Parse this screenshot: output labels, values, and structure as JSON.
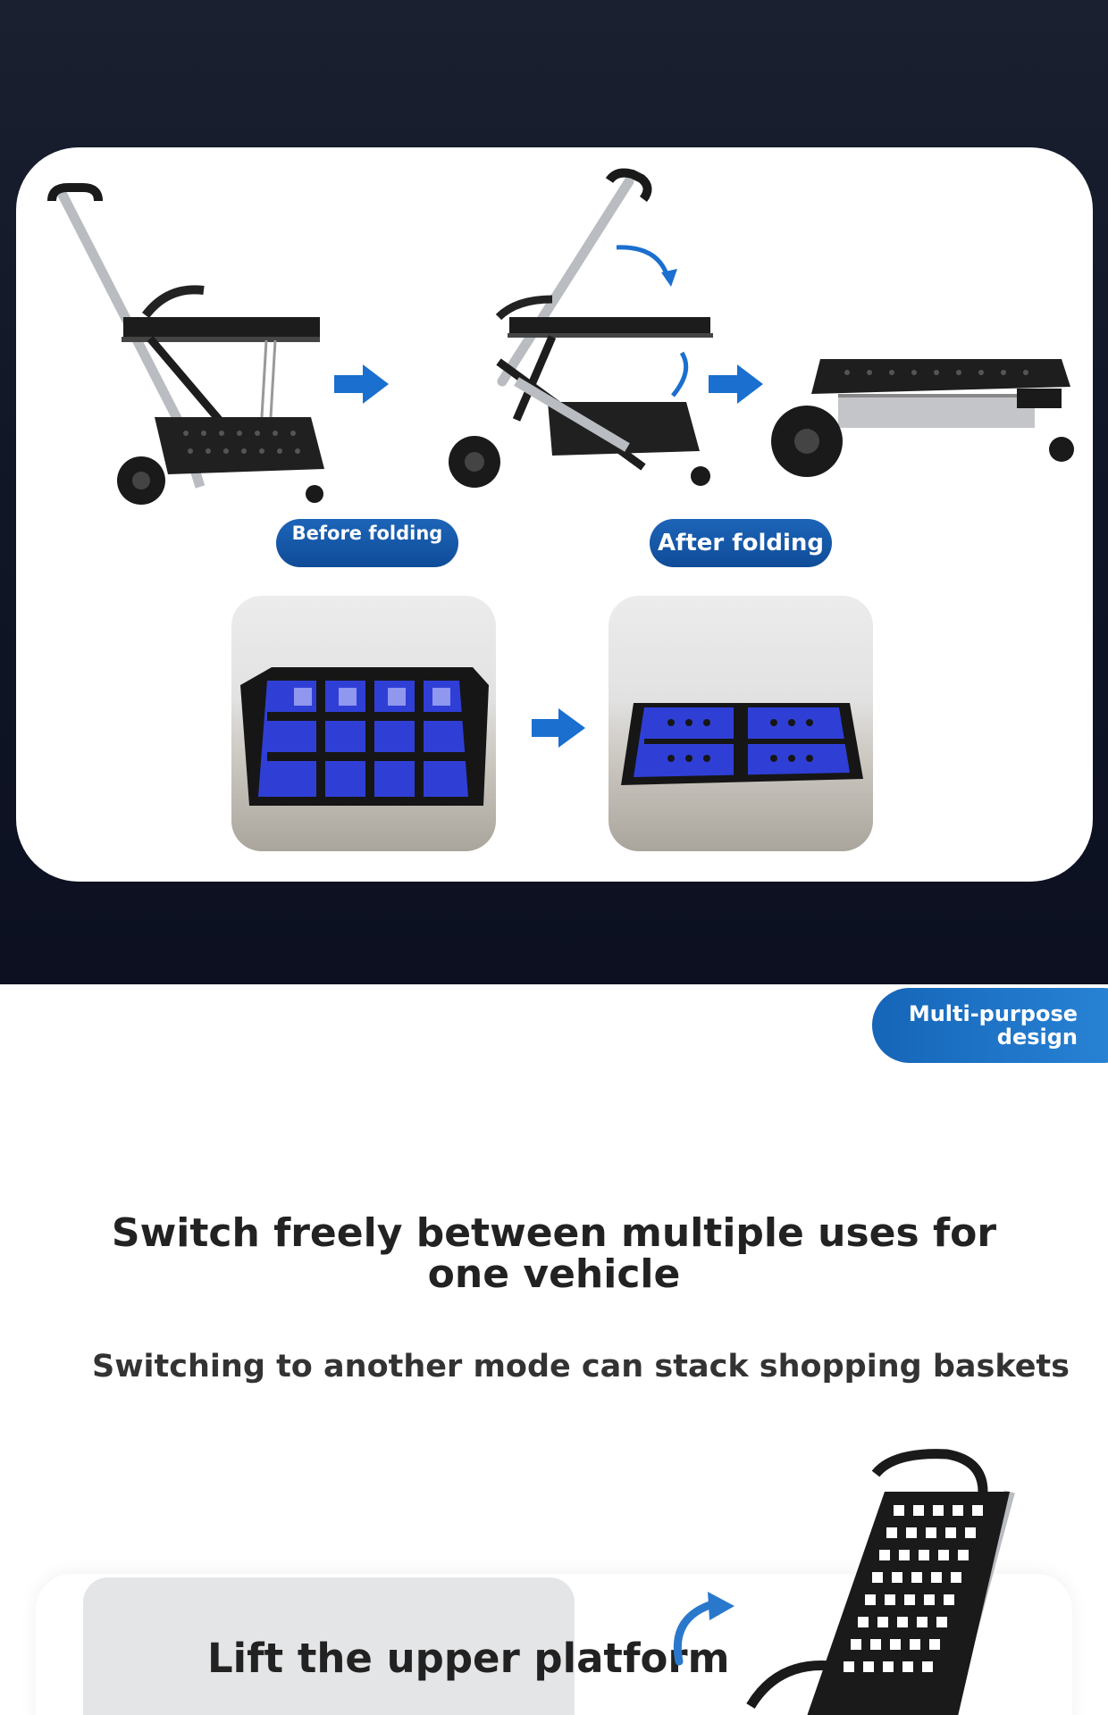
{
  "fold_section": {
    "before_label": "Before folding",
    "after_label": "After folding"
  },
  "multi_tab": {
    "label_line1": "Multi-purpose",
    "label_line2": "design"
  },
  "headline": "Switch freely between multiple uses for one vehicle",
  "subline": "Switching to another mode can stack shopping baskets",
  "feature": {
    "title": "Lift the upper platform"
  },
  "colors": {
    "dark_bg": "#111727",
    "accent_blue": "#1565b8",
    "arrow_blue": "#1a6fcf",
    "basket_blue": "#2f3fd6"
  }
}
